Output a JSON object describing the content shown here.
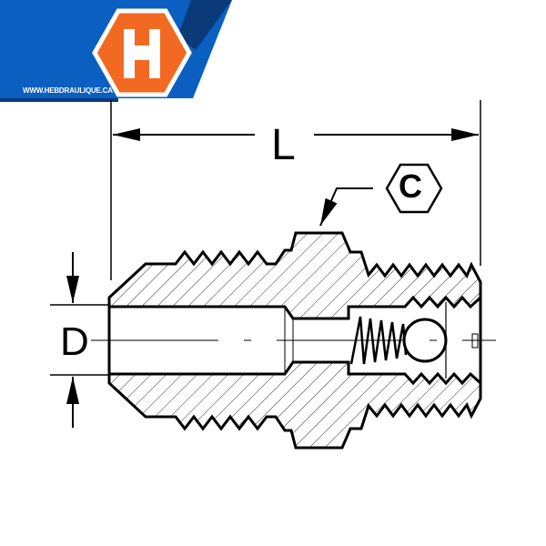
{
  "logo": {
    "letter": "H",
    "url": "WWW.HEBDRAULIQUE.CA",
    "colors": {
      "blue": "#0a5fc0",
      "dark_blue": "#0a3a78",
      "orange": "#f26a21"
    }
  },
  "dimensions": {
    "length_label": "L",
    "diameter_label": "D",
    "hex_label": "C"
  }
}
